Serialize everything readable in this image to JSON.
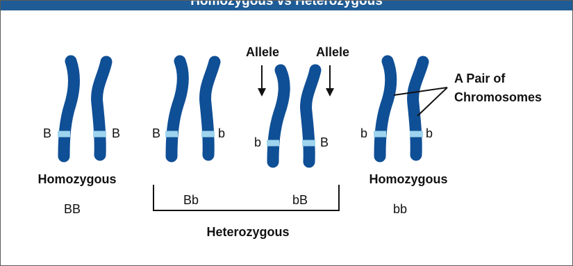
{
  "header": {
    "title": "Homozygous vs Heterozygous"
  },
  "colors": {
    "header": "#1f5c96",
    "chromosome": "#0f4f96",
    "band": "#9fd4ee",
    "line": "#111111"
  },
  "pairs": [
    {
      "left_allele": "B",
      "right_allele": "B",
      "caption": "Homozygous",
      "genotype": "BB"
    },
    {
      "left_allele": "B",
      "right_allele": "b",
      "genotype": "Bb"
    },
    {
      "left_allele": "b",
      "right_allele": "B",
      "genotype": "bB"
    },
    {
      "left_allele": "b",
      "right_allele": "b",
      "caption": "Homozygous",
      "genotype": "bb"
    }
  ],
  "heterozygous_label": "Heterozygous",
  "allele_labels": [
    "Allele",
    "Allele"
  ],
  "chromosome_pair_label": [
    "A Pair of",
    "Chromosomes"
  ]
}
